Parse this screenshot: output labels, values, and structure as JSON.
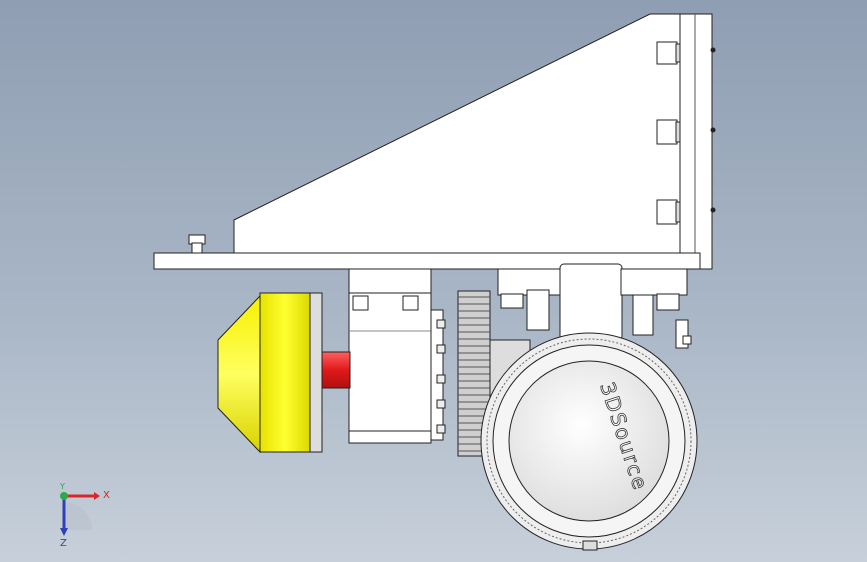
{
  "app": {
    "view": "cad-3d-viewport",
    "model_watermark": "3DSource"
  },
  "triad": {
    "x_label": "X",
    "y_label": "Y",
    "z_label": "Z",
    "colors": {
      "x": "#d8262c",
      "y": "#2fa84a",
      "z": "#2f3fb8"
    }
  },
  "colors": {
    "background_top": "#8f9eb3",
    "background_bottom": "#c7d0da",
    "part_fill": "#ffffff",
    "part_stroke": "#222222",
    "cap_yellow": "#f2f000",
    "shaft_red": "#e0191b"
  }
}
